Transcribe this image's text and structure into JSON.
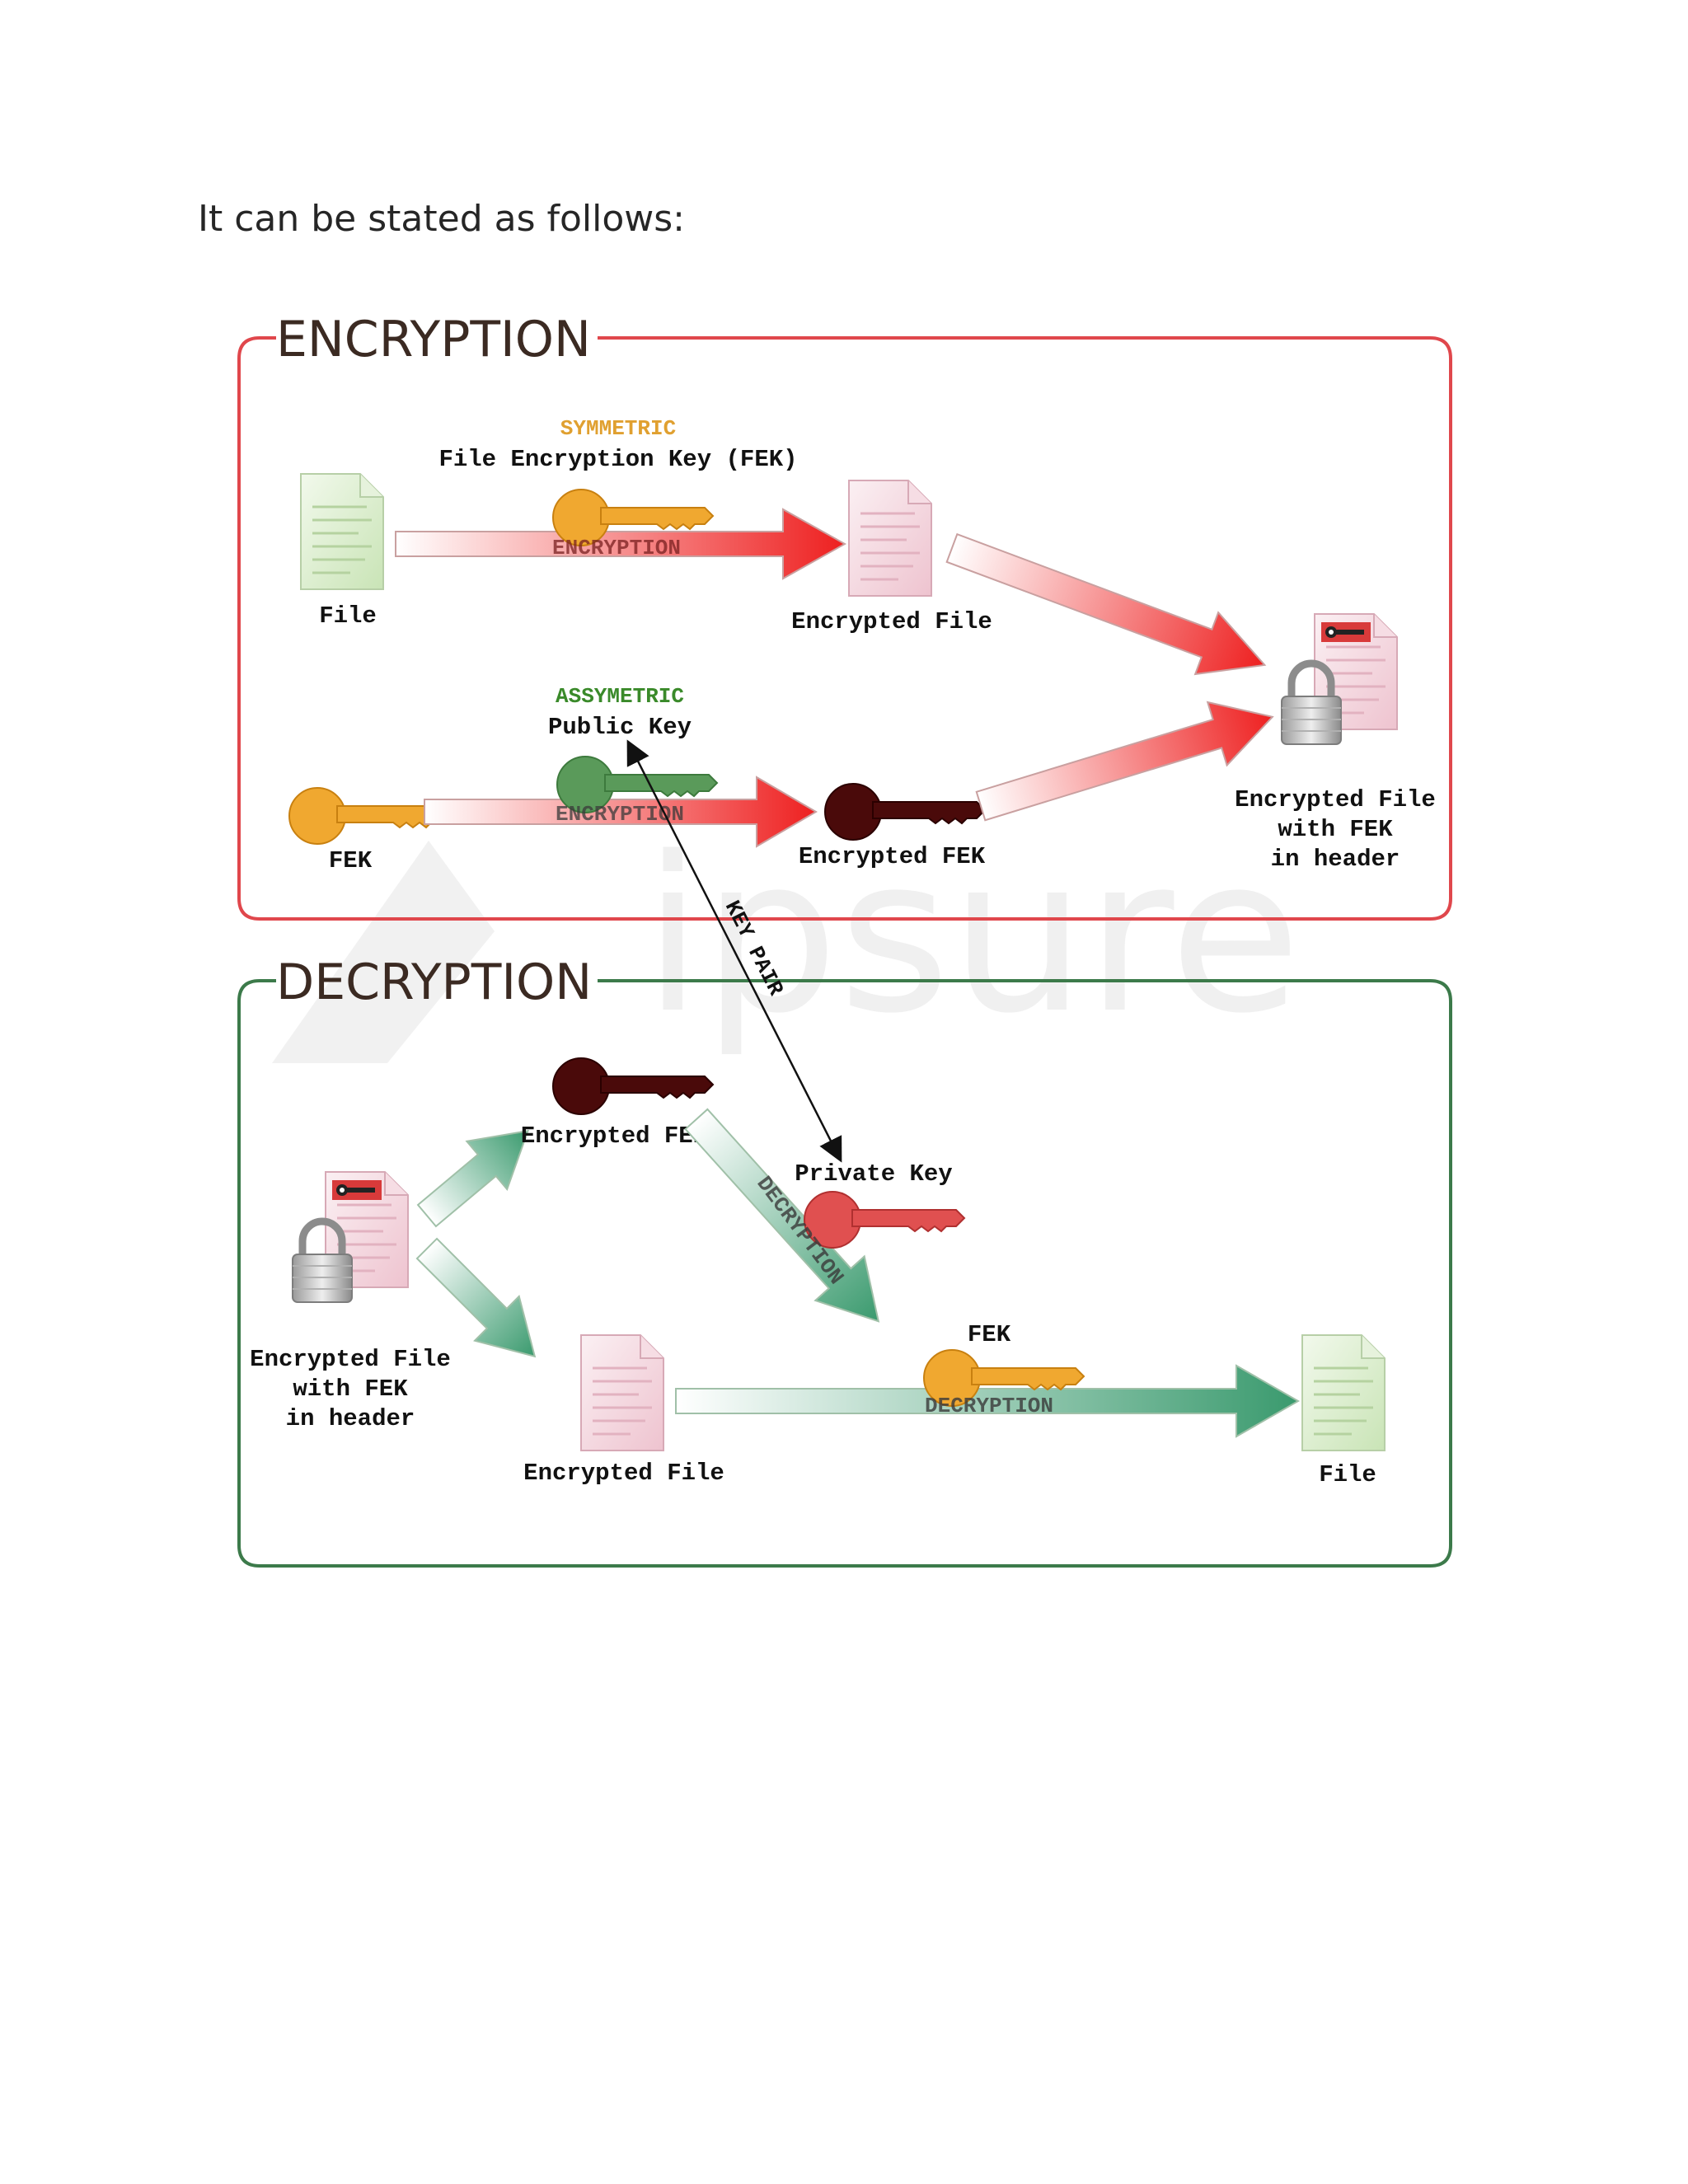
{
  "intro_text": "It can be stated as follows:",
  "watermark": "ipsure",
  "encryption": {
    "title": "ENCRYPTION",
    "symmetric_label": "SYMMETRIC",
    "fek_key_label": "File Encryption Key (FEK)",
    "file_label": "File",
    "encryption_arrow_1": "ENCRYPTION",
    "encrypted_file_label": "Encrypted File",
    "asymmetric_label": "ASSYMETRIC",
    "public_key_label": "Public Key",
    "fek_label": "FEK",
    "encryption_arrow_2": "ENCRYPTION",
    "encrypted_fek_label": "Encrypted FEK",
    "result_label": [
      "Encrypted File",
      "with FEK",
      "in header"
    ]
  },
  "key_pair_label": "KEY PAIR",
  "decryption": {
    "title": "DECRYPTION",
    "source_label": [
      "Encrypted File",
      "with FEK",
      "in header"
    ],
    "encrypted_fek_label": "Encrypted FEK",
    "private_key_label": "Private Key",
    "decryption_arrow_1": "DECRYPTION",
    "fek_label": "FEK",
    "encrypted_file_label": "Encrypted File",
    "decryption_arrow_2": "DECRYPTION",
    "file_label": "File"
  },
  "colors": {
    "encryption_border": "#e0474c",
    "decryption_border": "#3c7a4a",
    "red_arrow": "#ee2020",
    "green_arrow": "#3a9a6e",
    "symmetric_text": "#e0a030",
    "asymmetric_text": "#3a8a2a",
    "fek_key": "#f0a830",
    "encrypted_key": "#4a0a0a",
    "private_key": "#e05050",
    "public_key": "#5a9a5a"
  }
}
